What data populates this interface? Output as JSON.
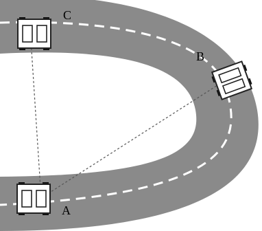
{
  "colors": {
    "road": "#8a8a8a",
    "lane_marking": "#ffffff",
    "sight_line": "#555555",
    "car_body": "#ffffff",
    "car_outline": "#222222",
    "wheel": "#111111"
  },
  "cars": [
    {
      "id": "A",
      "label": "A"
    },
    {
      "id": "B",
      "label": "B"
    },
    {
      "id": "C",
      "label": "C"
    }
  ]
}
